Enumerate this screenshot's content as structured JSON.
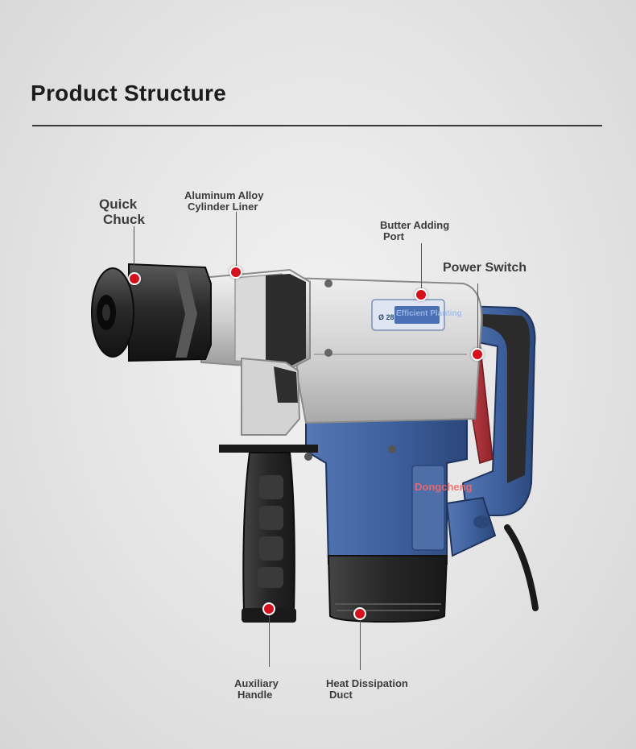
{
  "header": {
    "title": "Product Structure"
  },
  "product": {
    "decals": {
      "spec_badge": "Ø 28",
      "overlay_caption": "Efficient Planting",
      "brand": "Dongcheng"
    }
  },
  "callouts": [
    {
      "id": "quick-chuck",
      "lines": [
        "Quick",
        "Chuck"
      ]
    },
    {
      "id": "aluminum-alloy-cylinder-liner",
      "lines": [
        "Aluminum Alloy",
        "Cylinder Liner"
      ]
    },
    {
      "id": "butter-adding-port",
      "lines": [
        "Butter Adding",
        "Port"
      ]
    },
    {
      "id": "power-switch",
      "lines": [
        "Power Switch"
      ]
    },
    {
      "id": "auxiliary-handle",
      "lines": [
        "Auxiliary",
        "Handle"
      ]
    },
    {
      "id": "heat-dissipation-duct",
      "lines": [
        "Heat Dissipation",
        "Duct"
      ]
    }
  ],
  "colors": {
    "marker": "#d4111c",
    "body_blue": "#3d5f9c",
    "housing_gray": "#c9c9c9",
    "grip_black": "#2a2a2a",
    "switch_red": "#b3303a"
  }
}
